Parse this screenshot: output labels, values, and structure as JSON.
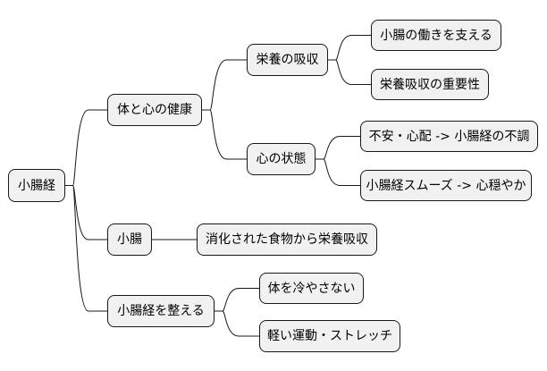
{
  "mindmap": {
    "root": "小腸経",
    "branches": [
      {
        "label": "体と心の健康",
        "children": [
          {
            "label": "栄養の吸収",
            "children": [
              "小腸の働きを支える",
              "栄養吸収の重要性"
            ]
          },
          {
            "label": "心の状態",
            "children": [
              "不安・心配 -> 小腸経の不調",
              "小腸経スムーズ -> 心穏やか"
            ]
          }
        ]
      },
      {
        "label": "小腸",
        "children": [
          {
            "label": "消化された食物から栄養吸収",
            "children": []
          }
        ]
      },
      {
        "label": "小腸経を整える",
        "children": [
          {
            "label": "体を冷やさない",
            "children": []
          },
          {
            "label": "軽い運動・ストレッチ",
            "children": []
          }
        ]
      }
    ]
  },
  "colors": {
    "node_fill": "#f1f1f1",
    "node_border": "#181818",
    "line": "#181818"
  }
}
